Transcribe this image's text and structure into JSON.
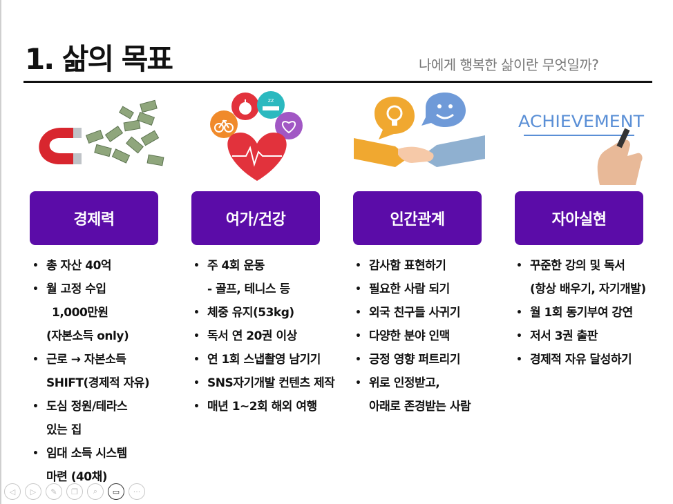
{
  "slide": {
    "title": "1. 삶의 목표",
    "subtitle": "나에게 행복한 삶이란 무엇일까?"
  },
  "illustrations": {
    "achievement_text": "ACHIEVEMENT"
  },
  "columns": [
    {
      "heading": "경제력",
      "items": [
        {
          "text": "총 자산 40억",
          "bullet": true
        },
        {
          "text": "월 고정 수입",
          "bullet": true
        },
        {
          "text": "1,000만원",
          "bullet": false,
          "indent": 1
        },
        {
          "text": "(자본소득 only)",
          "bullet": false,
          "indent": 0
        },
        {
          "text": "근로 → 자본소득",
          "bullet": true
        },
        {
          "text": "SHIFT(경제적 자유)",
          "bullet": false,
          "indent": 0
        },
        {
          "text": "도심 정원/테라스",
          "bullet": true
        },
        {
          "text": "있는 집",
          "bullet": false,
          "indent": 0
        },
        {
          "text": "임대 소득 시스템",
          "bullet": true
        },
        {
          "text": "마련 (40채)",
          "bullet": false,
          "indent": 0
        }
      ]
    },
    {
      "heading": "여가/건강",
      "items": [
        {
          "text": "주 4회 운동",
          "bullet": true
        },
        {
          "text": "- 골프, 테니스 등",
          "bullet": false,
          "indent": 0
        },
        {
          "text": "체중 유지(53kg)",
          "bullet": true
        },
        {
          "text": "독서 연 20권 이상",
          "bullet": true
        },
        {
          "text": "연 1회 스냅촬영 남기기",
          "bullet": true
        },
        {
          "text": "SNS자기개발 컨텐츠 제작",
          "bullet": true
        },
        {
          "text": "매년 1~2회 해외 여행",
          "bullet": true
        }
      ]
    },
    {
      "heading": "인간관계",
      "items": [
        {
          "text": "감사함 표현하기",
          "bullet": true
        },
        {
          "text": "필요한 사람 되기",
          "bullet": true
        },
        {
          "text": "외국 친구들 사귀기",
          "bullet": true
        },
        {
          "text": "다양한 분야 인맥",
          "bullet": true
        },
        {
          "text": "긍정 영향 퍼트리기",
          "bullet": true
        },
        {
          "text": "위로 인정받고,",
          "bullet": true
        },
        {
          "text": "아래로 존경받는 사람",
          "bullet": false,
          "indent": 0
        }
      ]
    },
    {
      "heading": "자아실현",
      "items": [
        {
          "text": "꾸준한 강의 및 독서",
          "bullet": true
        },
        {
          "text": "(항상 배우기, 자기개발)",
          "bullet": false,
          "indent": 0
        },
        {
          "text": "월 1회 동기부여 강연",
          "bullet": true
        },
        {
          "text": "저서 3권 출판",
          "bullet": true
        },
        {
          "text": "경제적 자유 달성하기",
          "bullet": true
        }
      ]
    }
  ],
  "controls": {
    "icons": [
      "prev-icon",
      "next-icon",
      "pen-icon",
      "copy-icon",
      "zoom-icon",
      "video-icon",
      "more-icon"
    ],
    "more_label": "···"
  },
  "colors": {
    "card": "#5b0ca8",
    "heart": "#e2323c",
    "achievement": "#5a8fd6"
  }
}
